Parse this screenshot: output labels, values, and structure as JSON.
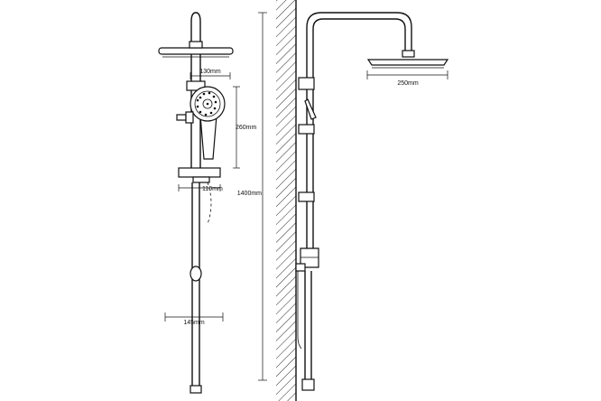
{
  "dimensions": {
    "arm_width": "130mm",
    "handset_height": "260mm",
    "bracket_width": "110mm",
    "total_height": "1400mm",
    "rail_spacing": "145mm",
    "head_diameter": "250mm"
  }
}
